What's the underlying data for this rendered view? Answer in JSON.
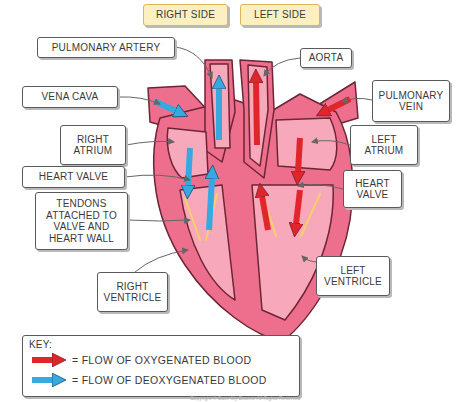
{
  "diagram": {
    "nodes": [
      {
        "text": [
          "RIGHT SIDE"
        ]
      },
      {
        "text": [
          "LEFT SIDE"
        ]
      },
      {
        "text": [
          "PULMONARY ARTERY"
        ]
      },
      {
        "text": [
          "AORTA"
        ]
      },
      {
        "text": [
          "VENA CAVA"
        ]
      },
      {
        "text": [
          "PULMONARY VEIN"
        ]
      },
      {
        "text": [
          "RIGHT ATRIUM"
        ]
      },
      {
        "text": [
          "LEFT ATRIUM"
        ]
      },
      {
        "text": [
          "HEART VALVE"
        ]
      },
      {
        "text": [
          "HEART VALVE"
        ]
      },
      {
        "text": [
          "TENDONS ATTACHED TO VALVE AND HEART WALL"
        ]
      },
      {
        "text": [
          "RIGHT VENTRICLE"
        ]
      },
      {
        "text": [
          "LEFT VENTRICLE"
        ]
      },
      {
        "text": [
          "KEY:"
        ]
      }
    ],
    "edges": [],
    "labels": [
      "Copyright © Save My Exams. All Rights Reserved"
    ],
    "legend": [
      {
        "text": "= FLOW OF OXYGENATED BLOOD"
      },
      {
        "text": "= FLOW OF DEOXYGENATED BLOOD"
      }
    ]
  }
}
